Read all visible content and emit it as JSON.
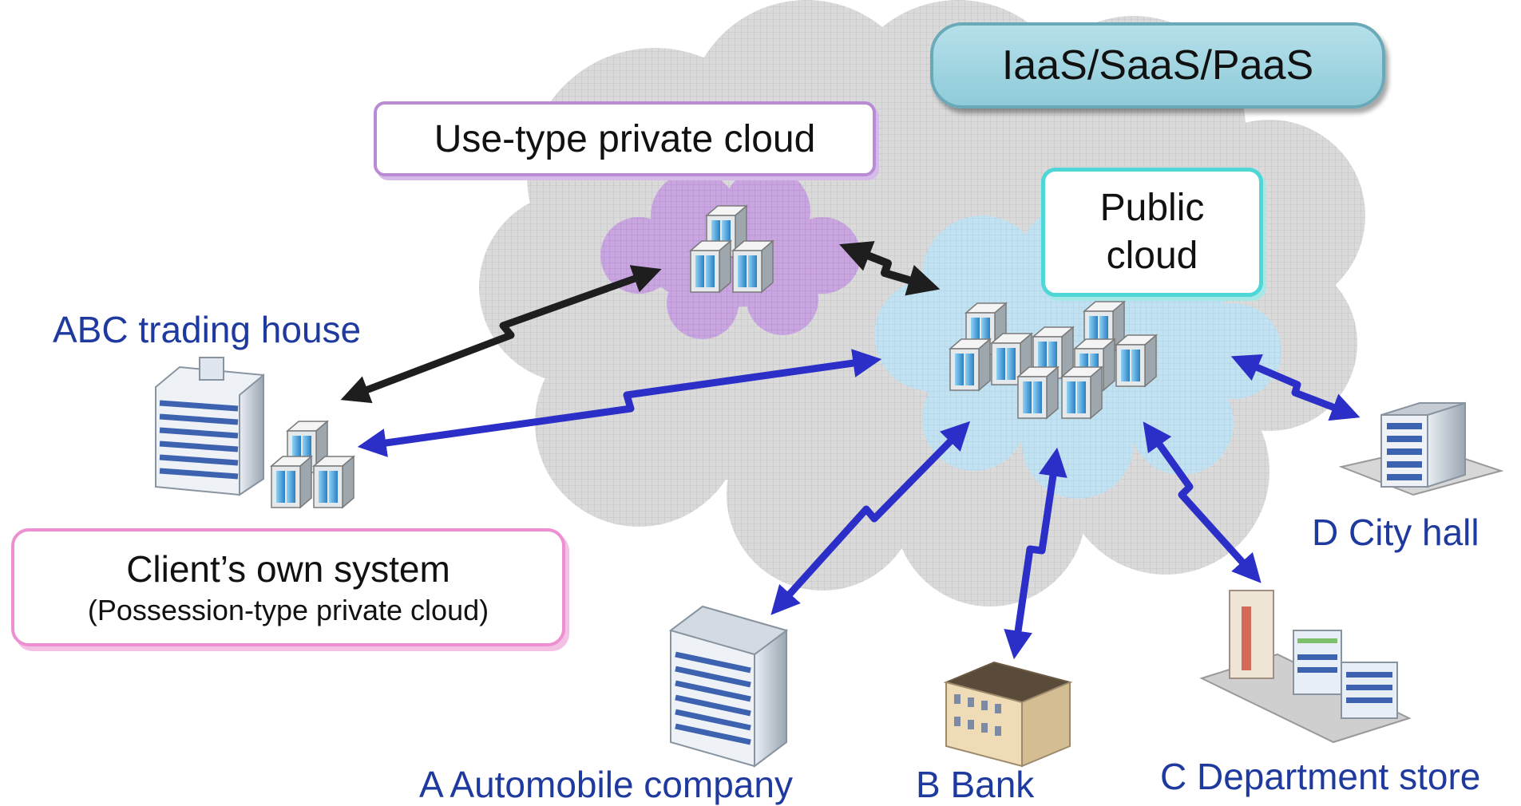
{
  "labels": {
    "iaas": "IaaS/SaaS/PaaS",
    "use_type_private_cloud": "Use-type private cloud",
    "public_cloud_line1": "Public",
    "public_cloud_line2": "cloud",
    "abc_trading_house": "ABC trading house",
    "client_system_line1": "Client’s own system",
    "client_system_line2": "(Possession-type private cloud)",
    "d_city_hall": "D City hall",
    "a_automobile": "A Automobile company",
    "b_bank": "B Bank",
    "c_department_store": "C Department store"
  },
  "colors": {
    "big_cloud": "#d6d6d6",
    "private_cloud": "#c9a6e0",
    "public_cloud": "#c2e1f1",
    "blue_arrow": "#2b2fc7",
    "black_arrow": "#1e1e1e",
    "label_blue": "#1f3a9e"
  }
}
